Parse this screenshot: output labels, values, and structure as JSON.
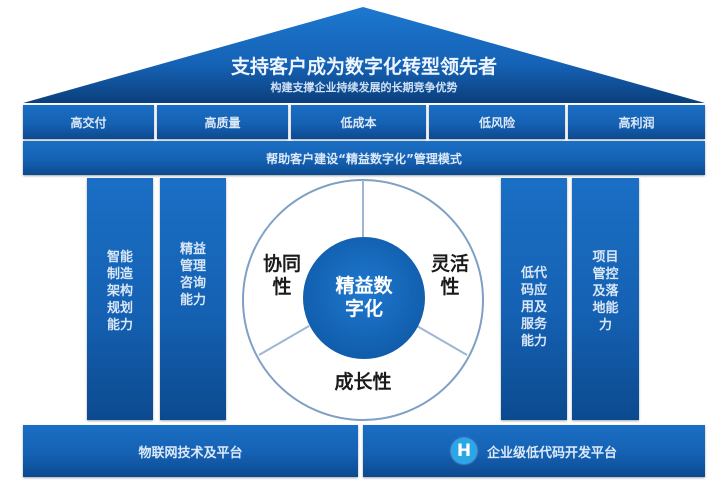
{
  "roof": {
    "title": "支持客户成为数字化转型领先者",
    "subtitle": "构建支撑企业持续发展的长期竞争优势"
  },
  "values": [
    "高交付",
    "高质量",
    "低成本",
    "低风险",
    "高利润"
  ],
  "band": "帮助客户建设“精益数字化”管理模式",
  "pillars": [
    {
      "label": "智能制造架构规划能力"
    },
    {
      "label": "精益管理咨询能力"
    },
    {
      "label": "低代码应用及服务能力"
    },
    {
      "label": "项目管控及落地能力"
    }
  ],
  "wheel": {
    "core": "精益数字化",
    "core_lines": [
      "精益数",
      "字化"
    ],
    "segments": {
      "left": [
        "协同",
        "性"
      ],
      "right": [
        "灵活",
        "性"
      ],
      "bottom": [
        "成长性"
      ]
    }
  },
  "foundation": {
    "left": "物联网技术及平台",
    "right": "企业级低代码开发平台",
    "right_icon": "H"
  },
  "colors": {
    "primary_blue": "#1561b3",
    "dark_blue": "#0c4a8f",
    "logo_blue": "#2aa7e6",
    "wheel_line": "#7f9fc4"
  }
}
